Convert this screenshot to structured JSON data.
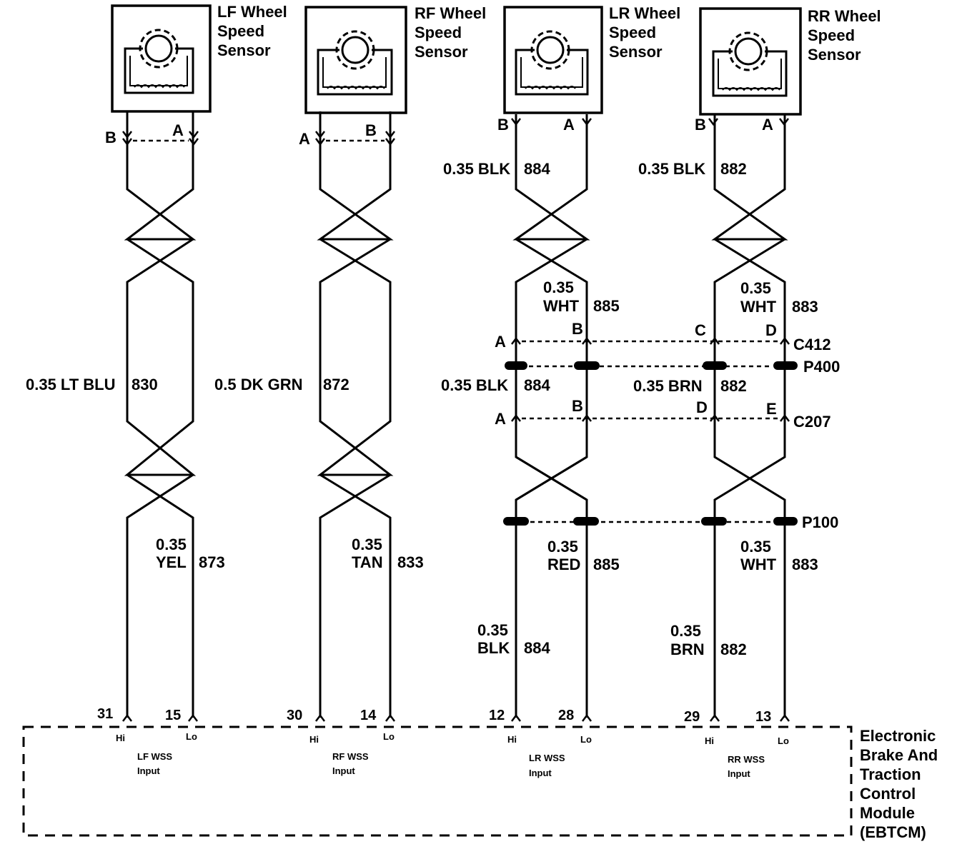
{
  "sensors": [
    {
      "title": [
        "LF Wheel",
        "Speed",
        "Sensor"
      ],
      "pin_left": "B",
      "pin_right": "A"
    },
    {
      "title": [
        "RF Wheel",
        "Speed",
        "Sensor"
      ],
      "pin_left": "A",
      "pin_right": "B"
    },
    {
      "title": [
        "LR Wheel",
        "Speed",
        "Sensor"
      ],
      "pin_left": "B",
      "pin_right": "A"
    },
    {
      "title": [
        "RR Wheel",
        "Speed",
        "Sensor"
      ],
      "pin_left": "B",
      "pin_right": "A"
    }
  ],
  "wires": {
    "lf_mid": "0.35 LT BLU",
    "lf_mid_num": "830",
    "rf_mid": "0.5 DK GRN",
    "rf_mid_num": "872",
    "lf_low_gauge": "0.35",
    "lf_low_color": "YEL",
    "lf_low_num": "873",
    "rf_low_gauge": "0.35",
    "rf_low_color": "TAN",
    "rf_low_num": "833",
    "lr_top": "0.35 BLK",
    "lr_top_num": "884",
    "rr_top": "0.35 BLK",
    "rr_top_num": "882",
    "lr_upper_gauge": "0.35",
    "lr_upper_color": "WHT",
    "lr_upper_num": "885",
    "rr_upper_gauge": "0.35",
    "rr_upper_color": "WHT",
    "rr_upper_num": "883",
    "lr_mid": "0.35 BLK",
    "lr_mid_num": "884",
    "rr_mid": "0.35 BRN",
    "rr_mid_num": "882",
    "lr_red_gauge": "0.35",
    "lr_red_color": "RED",
    "lr_red_num": "885",
    "rr_wht_gauge": "0.35",
    "rr_wht_color": "WHT",
    "rr_wht_num": "883",
    "lr_blk_gauge": "0.35",
    "lr_blk_color": "BLK",
    "lr_blk_num": "884",
    "rr_brn_gauge": "0.35",
    "rr_brn_color": "BRN",
    "rr_brn_num": "882"
  },
  "connectors": {
    "c412": "C412",
    "p400": "P400",
    "c207": "C207",
    "p100": "P100",
    "c412_pins": [
      "A",
      "B",
      "C",
      "D"
    ],
    "c207_pins": [
      "A",
      "B",
      "D",
      "E"
    ]
  },
  "module_pins": [
    {
      "hi_num": "31",
      "lo_num": "15",
      "hi": "Hi",
      "lo": "Lo",
      "name": [
        "LF WSS",
        "Input"
      ]
    },
    {
      "hi_num": "30",
      "lo_num": "14",
      "hi": "Hi",
      "lo": "Lo",
      "name": [
        "RF WSS",
        "Input"
      ]
    },
    {
      "hi_num": "12",
      "lo_num": "28",
      "hi": "Hi",
      "lo": "Lo",
      "name": [
        "LR WSS",
        "Input"
      ]
    },
    {
      "hi_num": "29",
      "lo_num": "13",
      "hi": "Hi",
      "lo": "Lo",
      "name": [
        "RR WSS",
        "Input"
      ]
    }
  ],
  "module": {
    "title": [
      "Electronic",
      "Brake And",
      "Traction",
      "Control",
      "Module",
      "(EBTCM)"
    ]
  }
}
